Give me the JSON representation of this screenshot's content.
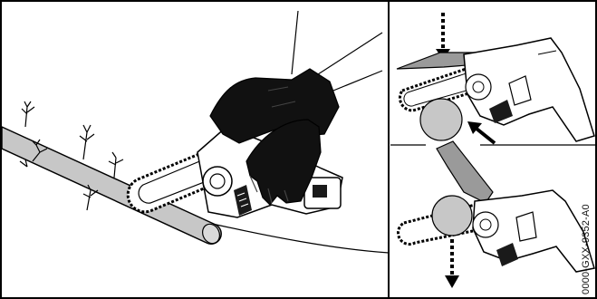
{
  "figure": {
    "document_code": "0000-GXX-9352-A0",
    "panels": [
      {
        "id": "main",
        "subject": "gloved hands cutting a branch with a cordless mini chainsaw"
      },
      {
        "id": "top-right",
        "subject": "saw guard lowered onto branch, push direction arrows"
      },
      {
        "id": "bottom-right",
        "subject": "saw guard opened, saw pulled down"
      }
    ],
    "icons": [
      "down-arrow-dashed-icon",
      "diagonal-arrow-icon"
    ],
    "colors": {
      "line": "#000000",
      "glove": "#111111",
      "branch_fill": "#c7c7c7",
      "guard_fill": "#9a9a9a",
      "background": "#ffffff"
    }
  }
}
